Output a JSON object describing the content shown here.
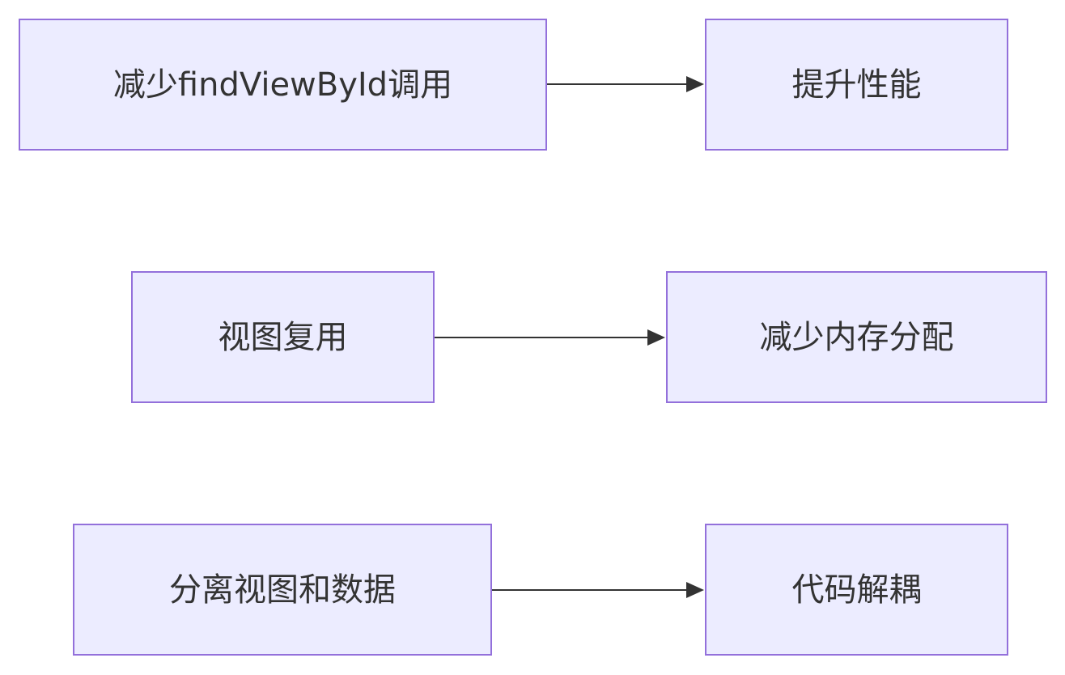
{
  "colors": {
    "node_fill": "#ECECFF",
    "node_border": "#9370DB",
    "edge": "#333333",
    "text": "#333333"
  },
  "nodes": [
    {
      "id": "n1",
      "label": "减少findViewById调用"
    },
    {
      "id": "n2",
      "label": "提升性能"
    },
    {
      "id": "n3",
      "label": "视图复用"
    },
    {
      "id": "n4",
      "label": "减少内存分配"
    },
    {
      "id": "n5",
      "label": "分离视图和数据"
    },
    {
      "id": "n6",
      "label": "代码解耦"
    }
  ],
  "edges": [
    {
      "from": "减少findViewById调用",
      "to": "提升性能"
    },
    {
      "from": "视图复用",
      "to": "减少内存分配"
    },
    {
      "from": "分离视图和数据",
      "to": "代码解耦"
    }
  ]
}
